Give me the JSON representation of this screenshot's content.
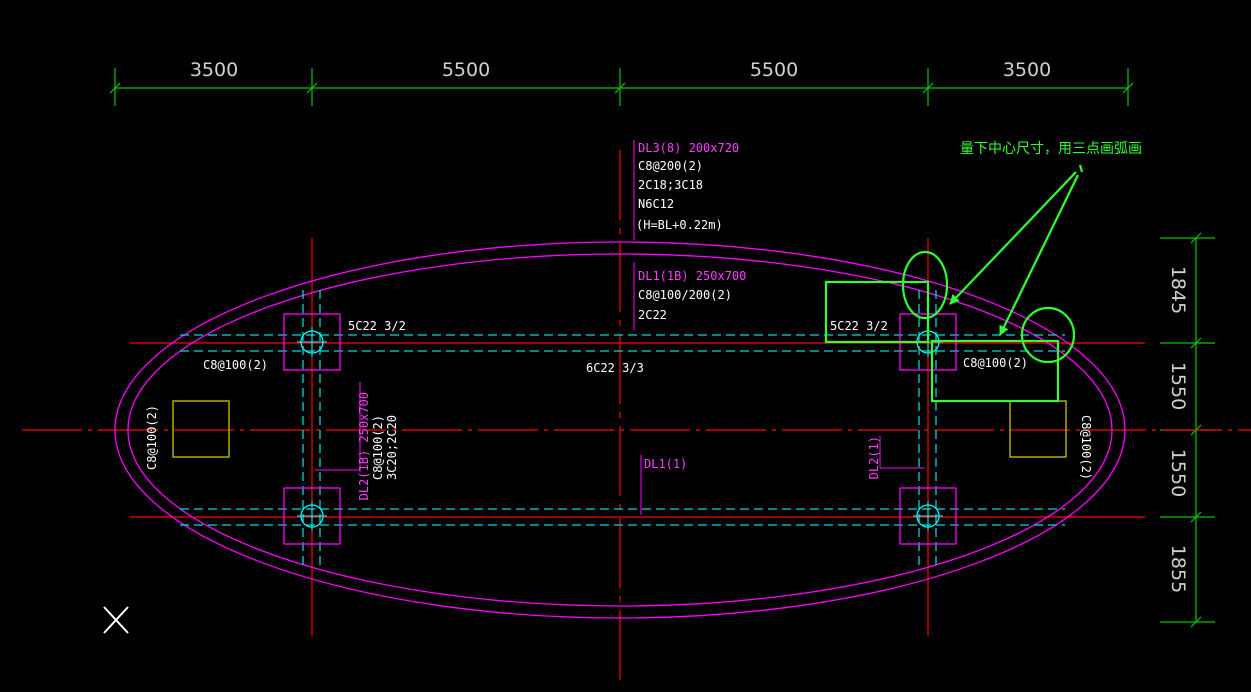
{
  "dimensions": {
    "top": [
      "3500",
      "5500",
      "5500",
      "3500"
    ],
    "right": [
      "1845",
      "1550",
      "1550",
      "1855"
    ]
  },
  "annotation": {
    "note": "量下中心尺寸，用三点画弧画"
  },
  "beams": {
    "dl3": [
      "DL3(8) 200x720",
      "C8@200(2)",
      "2C18;3C18",
      "N6C12",
      "(H=BL+0.22m)"
    ],
    "dl1": [
      "DL1(1B) 250x700",
      "C8@100/200(2)",
      "2C22"
    ],
    "dl2": [
      "DL2(1B) 250x700",
      "C8@100(2)",
      "3C20;2C20"
    ],
    "dl1_short": "DL1(1)",
    "dl2_short": "DL2(1)"
  },
  "rebar": {
    "top_left": "5C22 3/2",
    "top_right": "5C22 3/2",
    "mid": "6C22 3/3",
    "stirrup_left": "C8@100(2)",
    "stirrup_right": "C8@100(2)",
    "stirrup_left_vert": "C8@100(2)",
    "stirrup_right_vert": "C8@100(2)"
  },
  "colors": {
    "background": "#000000",
    "dimension": "#00c800",
    "axis": "#ff0000",
    "outline": "#ff00ff",
    "hidden_beam": "#00d8d8",
    "annotation": "#31ff31",
    "column_box": "#c8c800"
  },
  "icons": {
    "ucs": "ucs-cross-icon"
  }
}
